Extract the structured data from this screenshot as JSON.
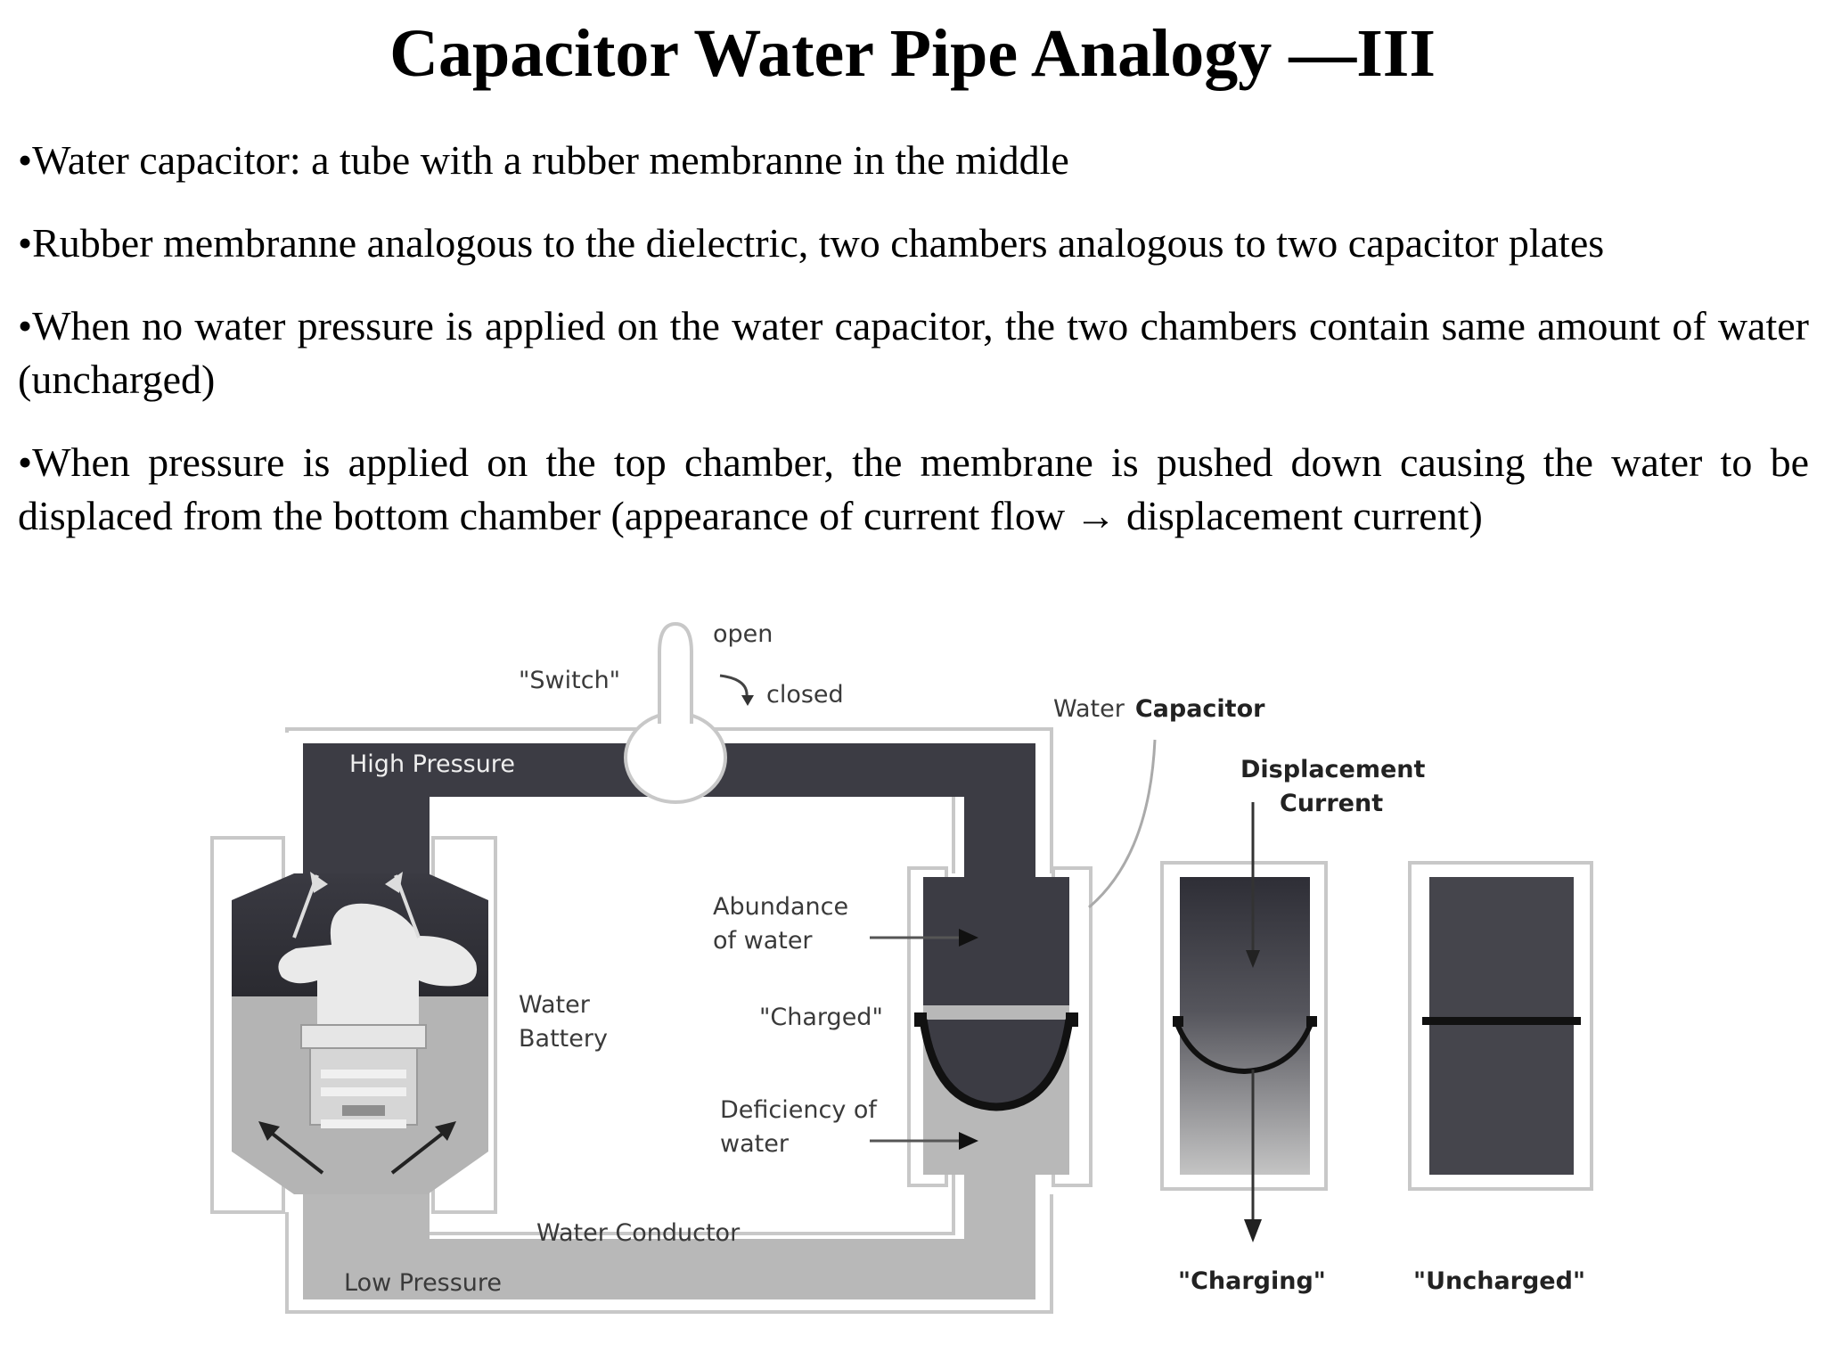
{
  "slide": {
    "title": "Capacitor Water Pipe Analogy —III",
    "bullets": [
      "•Water capacitor: a tube with a rubber membranne in the middle",
      "•Rubber membranne analogous to the dielectric, two chambers analogous to two capacitor plates",
      "•When no water pressure is applied on the water capacitor, the two chambers contain same amount of water (uncharged)",
      "•When pressure is applied on the top chamber, the membrane is pushed down causing the water to be displaced from the bottom chamber (appearance of current flow → displacement current)"
    ]
  },
  "diagram": {
    "labels": {
      "open": "open",
      "switch": "\"Switch\"",
      "closed": "closed",
      "water_capacitor_prefix": "Water",
      "water_capacitor_suffix": "Capacitor",
      "high_pressure": "High Pressure",
      "displacement_line1": "Displacement",
      "displacement_line2": "Current",
      "abundance_line1": "Abundance",
      "abundance_line2": "of water",
      "water_battery_line1": "Water",
      "water_battery_line2": "Battery",
      "charged": "\"Charged\"",
      "deficiency_line1": "Deficiency of",
      "deficiency_line2": "water",
      "water_conductor": "Water Conductor",
      "low_pressure": "Low Pressure",
      "charging": "\"Charging\"",
      "uncharged": "\"Uncharged\""
    },
    "colors": {
      "high_pressure_water": "#3c3c44",
      "low_pressure_water": "#b4b4b4",
      "pipe_outline": "#c8c8c8"
    }
  }
}
